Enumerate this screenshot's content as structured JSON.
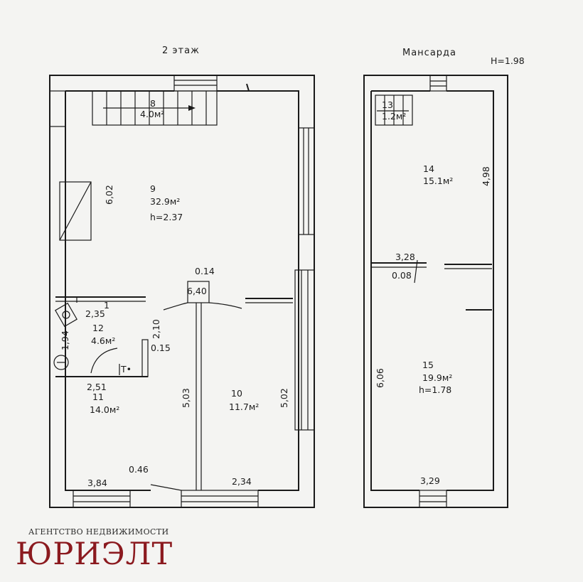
{
  "floor2": {
    "title": "2 этаж",
    "rooms": [
      {
        "num": "8",
        "area": "4.0м²"
      },
      {
        "num": "9",
        "area": "32.9м²",
        "height": "h=2.37"
      },
      {
        "num": "10",
        "area": "11.7м²"
      },
      {
        "num": "11",
        "area": "14.0м²"
      },
      {
        "num": "12",
        "area": "4.6м²"
      }
    ],
    "dims": [
      "6,02",
      "0.14",
      "6,40",
      "2,35",
      "2,10",
      "1,94",
      "0.15",
      "2,51",
      "5,03",
      "5,02",
      "0.46",
      "3,84",
      "2,34"
    ],
    "misc": [
      "1",
      "T•"
    ]
  },
  "attic": {
    "title": "Мансарда",
    "height_note": "H=1.98",
    "rooms": [
      {
        "num": "13",
        "area": "1.2м²"
      },
      {
        "num": "14",
        "area": "15.1м²"
      },
      {
        "num": "15",
        "area": "19.9м²",
        "height": "h=1.78"
      }
    ],
    "dims": [
      "4,98",
      "3,28",
      "0.08",
      "6,06",
      "3,29"
    ]
  },
  "watermark": {
    "agency": "АГЕНТСТВО НЕДВИЖИМОСТИ",
    "brand": "ЮРИЭЛТ",
    "brand_color": "#8b1a1f"
  }
}
